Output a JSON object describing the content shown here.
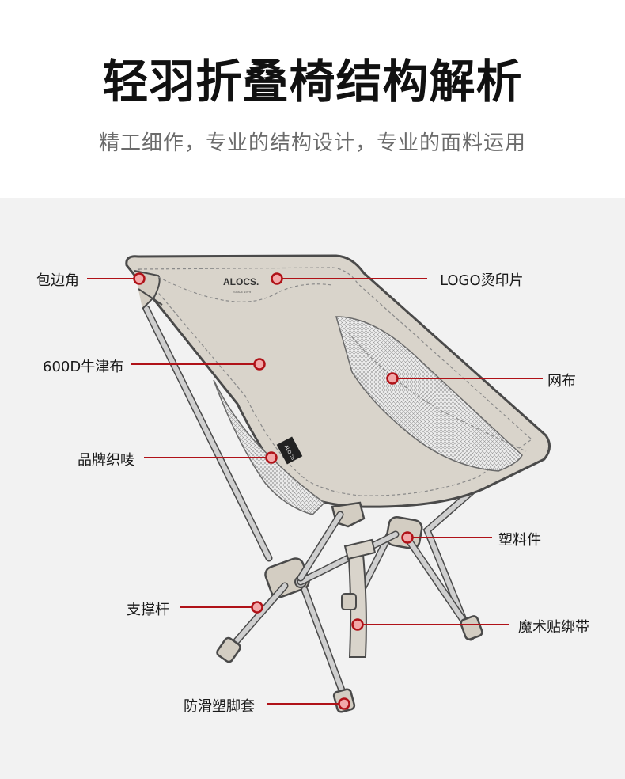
{
  "title": "轻羽折叠椅结构解析",
  "subtitle": "精工细作，专业的结构设计，专业的面料运用",
  "brand": {
    "logo_text": "ALOCS.",
    "logo_since": "SINCE 1979",
    "tag_text": "ALOCS"
  },
  "colors": {
    "accent": "#b01218",
    "fabric": "#d9d4cb",
    "frame": "#c7c7c7",
    "outline": "#4a4a4a",
    "background": "#f2f2f2"
  },
  "callouts": [
    {
      "id": "edge-corner",
      "label": "包边角",
      "side": "left"
    },
    {
      "id": "logo-patch",
      "label": "LOGO烫印片",
      "side": "right"
    },
    {
      "id": "oxford-fabric",
      "label": "600D牛津布",
      "side": "left"
    },
    {
      "id": "mesh",
      "label": "网布",
      "side": "right"
    },
    {
      "id": "brand-label",
      "label": "品牌织唛",
      "side": "left"
    },
    {
      "id": "plastic-part",
      "label": "塑料件",
      "side": "right"
    },
    {
      "id": "support-rod",
      "label": "支撑杆",
      "side": "left"
    },
    {
      "id": "velcro-strap",
      "label": "魔术贴绑带",
      "side": "right"
    },
    {
      "id": "foot-cover",
      "label": "防滑塑脚套",
      "side": "left"
    }
  ]
}
